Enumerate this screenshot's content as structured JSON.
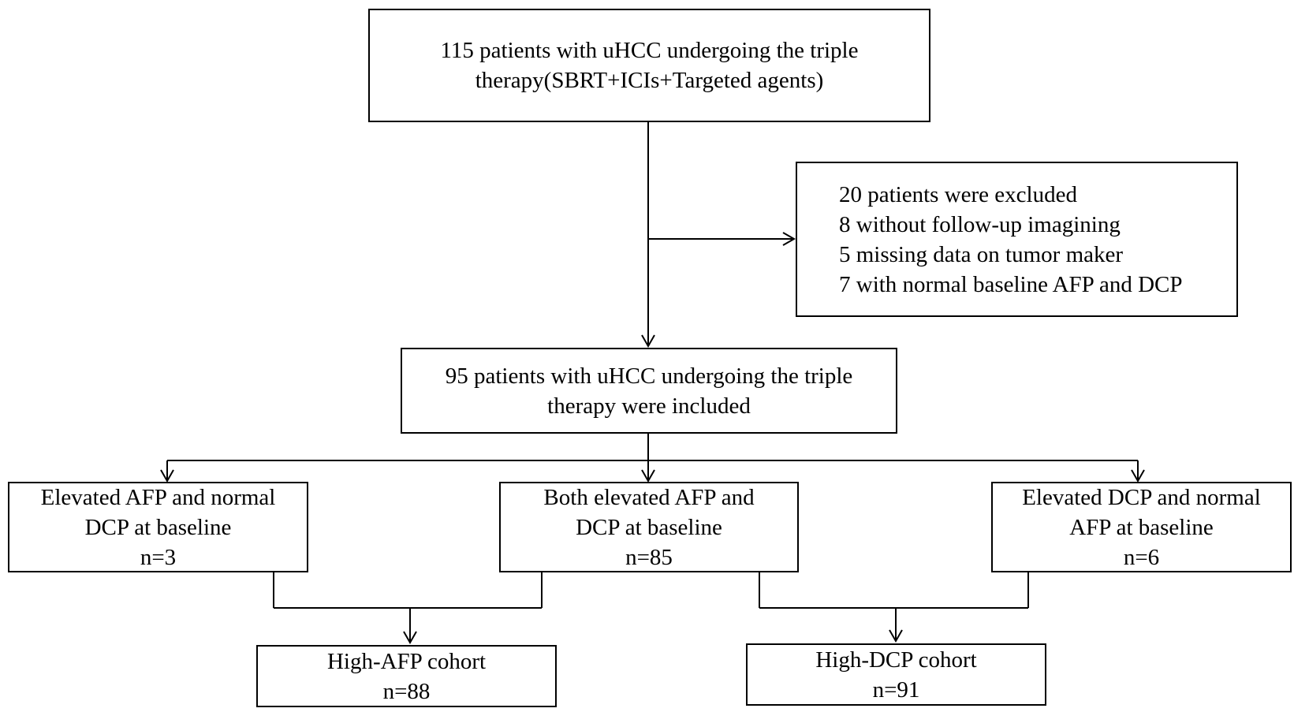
{
  "flowchart": {
    "top": {
      "lines": [
        "115 patients with uHCC undergoing the triple",
        "therapy(SBRT+ICIs+Targeted agents)"
      ]
    },
    "excluded": {
      "lines": [
        "20 patients were excluded",
        "8 without follow-up imagining",
        "5 missing data on tumor maker",
        "7 with normal baseline AFP and DCP"
      ]
    },
    "included": {
      "lines": [
        "95 patients with uHCC undergoing the triple",
        "therapy were included"
      ]
    },
    "groups": [
      {
        "lines": [
          "Elevated AFP and normal",
          "DCP at baseline",
          "n=3"
        ]
      },
      {
        "lines": [
          "Both elevated AFP and",
          "DCP at baseline",
          "n=85"
        ]
      },
      {
        "lines": [
          "Elevated DCP and normal",
          "AFP at baseline",
          "n=6"
        ]
      }
    ],
    "cohorts": [
      {
        "lines": [
          "High-AFP cohort",
          "n=88"
        ]
      },
      {
        "lines": [
          "High-DCP cohort",
          "n=91"
        ]
      }
    ]
  }
}
